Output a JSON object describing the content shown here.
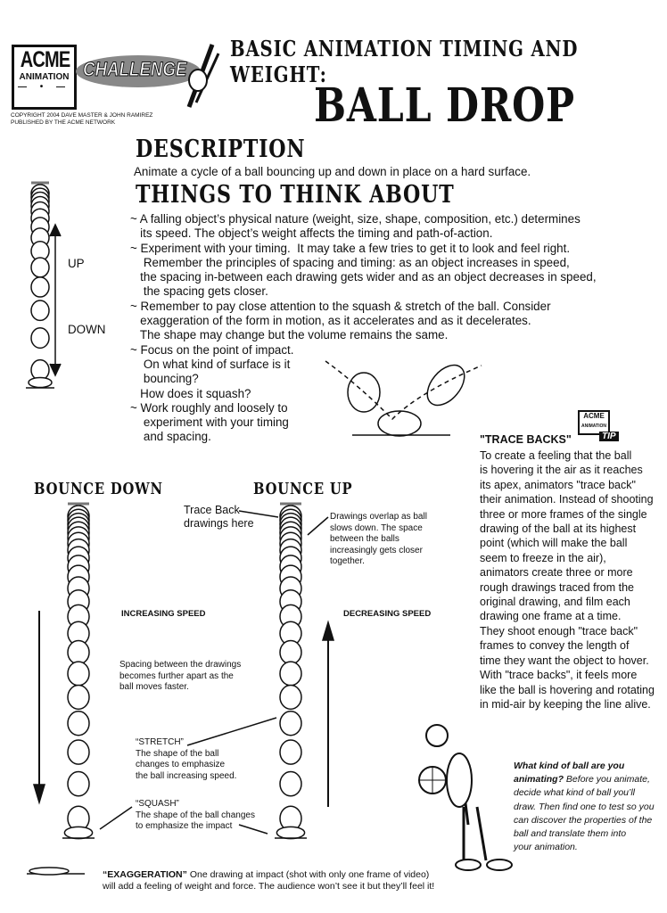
{
  "logo": {
    "acme": "ACME",
    "animation": "ANIMATION",
    "challenge": "CHALLENGE"
  },
  "copyright": "COPYRIGHT 2004 DAVE MASTER & JOHN RAMIREZ",
  "publisher": "PUBLISHED BY THE ACME NETWORK",
  "header": {
    "subtitle": "BASIC ANIMATION TIMING AND WEIGHT:",
    "title": "BALL DROP"
  },
  "description": {
    "heading": "DESCRIPTION",
    "text": "Animate a cycle of a ball bouncing up and down in place on a hard surface."
  },
  "things": {
    "heading": "THINGS TO THINK ABOUT",
    "lines": [
      "~ A falling object’s physical nature (weight, size, shape, composition, etc.) determines",
      "   its speed. The object’s weight affects the timing and path-of-action.",
      "~ Experiment with your timing.  It may take a few tries to get it to look and feel right.",
      "    Remember the principles of spacing and timing: as an object increases in speed,",
      "   the spacing in-between each drawing gets wider and as an object decreases in speed,",
      "    the spacing gets closer.",
      "~ Remember to pay close attention to the squash & stretch of the ball. Consider",
      "   exaggeration of the form in motion, as it accelerates and as it decelerates.",
      "   The shape may change but the volume remains the same.",
      "~ Focus on the point of impact.",
      "    On what kind of surface is it",
      "    bouncing?",
      "   How does it squash?",
      "~ Work roughly and loosely to",
      "    experiment with your timing",
      "    and spacing."
    ]
  },
  "side_labels": {
    "up": "UP",
    "down": "DOWN"
  },
  "bounce_down": {
    "heading": "BOUNCE DOWN",
    "speed": "INCREASING SPEED",
    "spacing_note": [
      "Spacing between the drawings",
      "becomes further apart as the",
      "ball moves faster."
    ]
  },
  "bounce_up": {
    "heading": "BOUNCE UP",
    "speed": "DECREASING SPEED",
    "trace_label": [
      "Trace Back",
      "drawings here"
    ],
    "overlap_note": [
      "Drawings overlap as ball",
      "slows down. The space",
      "between the balls",
      "increasingly gets closer",
      "together."
    ]
  },
  "stretch_note": [
    "“STRETCH”",
    "The shape of the ball",
    "changes to emphasize",
    "the ball increasing speed."
  ],
  "squash_note": [
    "“SQUASH”",
    "The shape of the ball changes",
    "to emphasize the impact"
  ],
  "tip": {
    "badge_acme": "ACME",
    "badge_animation": "ANIMATION",
    "badge_tip": "TIP",
    "heading": "\"TRACE BACKS\"",
    "lines": [
      "To create a feeling that the ball",
      "is hovering it the air as it reaches",
      "its apex, animators \"trace back\"",
      "their animation. Instead of shooting",
      "three or more frames of the single",
      "drawing of the ball at its highest",
      "point (which will make the ball",
      "seem to freeze in the air),",
      "animators create three or more",
      "rough drawings traced from the",
      "original drawing, and film each",
      "drawing one frame at a time.",
      "They shoot enough \"trace back\"",
      "frames to convey the length of",
      "time they want the object to hover.",
      "With \"trace backs\", it feels more",
      "like the ball is hovering and rotating",
      "in mid-air by keeping the line alive."
    ]
  },
  "ball_question": {
    "bold": [
      "What kind of ball are you",
      "animating?"
    ],
    "rest": [
      " Before you animate,",
      "decide what kind of ball you’ll",
      "draw. Then find one to test so you",
      "can discover the properties of the",
      "ball and translate them into",
      "your animation."
    ]
  },
  "exaggeration": {
    "bold": "“EXAGGERATION”",
    "line1": " One drawing at impact (shot with only one frame of video)",
    "line2": "will add a feeling of weight and force. The audience won’t see it but they’ll feel it!"
  }
}
